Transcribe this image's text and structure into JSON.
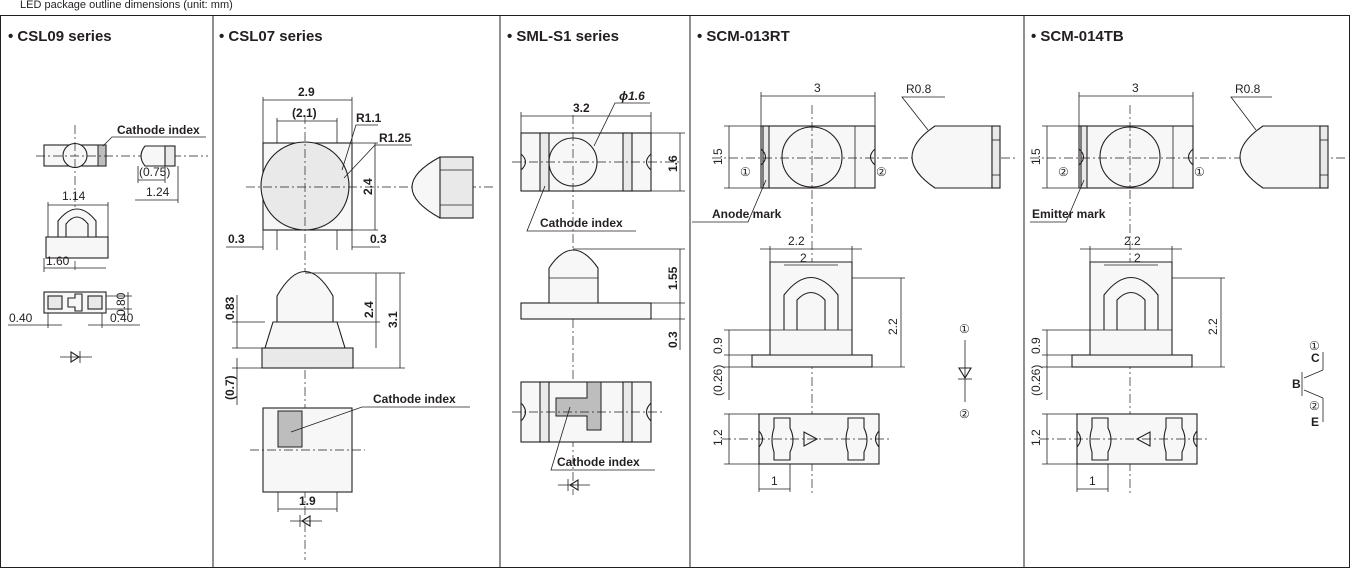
{
  "page": {
    "header_cut_text": "LED package outline dimensions (unit: mm)"
  },
  "panels": [
    {
      "title": "• CSL09 series",
      "labels": {
        "cathode_index": "Cathode index",
        "d1": "1.14",
        "d2": "(0.75)",
        "d3": "1.24",
        "d4": "1.60",
        "d5": "0.80",
        "d6": "0.40",
        "d7": "0.40"
      },
      "symbol": "diode-symbol"
    },
    {
      "title": "• CSL07 series",
      "labels": {
        "w": "2.9",
        "w_inner": "(2.1)",
        "r1": "R1.1",
        "r2": "R1.25",
        "h": "2.4",
        "gap_l": "0.3",
        "gap_r": "0.3",
        "s1": "0.83",
        "s2": "2.4",
        "s3": "3.1",
        "s4": "(0.7)",
        "cathode_index": "Cathode index",
        "b": "1.9"
      },
      "symbol": "diode-symbol"
    },
    {
      "title": "• SML-S1 series",
      "labels": {
        "phi": "ϕ1.6",
        "w": "3.2",
        "h": "1.6",
        "cathode_index_top": "Cathode index",
        "s1": "1.55",
        "s2": "0.3",
        "cathode_index_bottom": "Cathode index"
      },
      "symbol": "diode-symbol"
    },
    {
      "title": "• SCM-013RT",
      "labels": {
        "w": "3",
        "r": "R0.8",
        "h": "1.5",
        "pin1": "①",
        "pin2": "②",
        "mark": "Anode mark",
        "s1": "2.2",
        "s2": "2",
        "s3": "2.2",
        "s4": "0.9",
        "s5": "(0.26)",
        "b1": "1.2",
        "b2": "1",
        "sym_p1": "①",
        "sym_p2": "②"
      }
    },
    {
      "title": "• SCM-014TB",
      "labels": {
        "w": "3",
        "r": "R0.8",
        "h": "1.5",
        "pin1": "②",
        "pin2": "①",
        "mark": "Emitter mark",
        "s1": "2.2",
        "s2": "2",
        "s3": "2.2",
        "s4": "0.9",
        "s5": "(0.26)",
        "b1": "1.2",
        "b2": "1",
        "sym_p1": "①",
        "sym_c": "C",
        "sym_b": "B",
        "sym_p2": "②",
        "sym_e": "E"
      }
    }
  ]
}
